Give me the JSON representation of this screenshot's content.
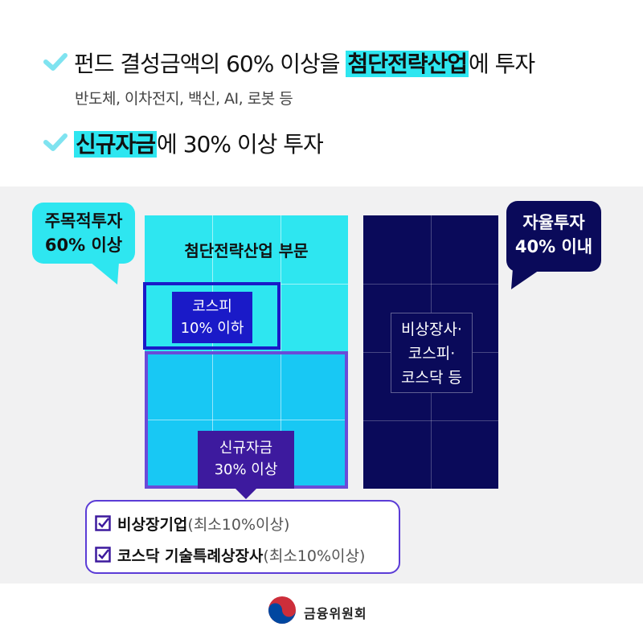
{
  "top": {
    "line1_prefix": "펀드 결성금액의 60% 이상을 ",
    "line1_highlight": "첨단전략산업",
    "line1_suffix": "에 투자",
    "line1_sub": "반도체, 이차전지, 백신, AI, 로봇 등",
    "line2_highlight": "신규자금",
    "line2_suffix": "에 30% 이상 투자"
  },
  "left_bubble": {
    "line1": "주목적투자",
    "line2": "60% 이상"
  },
  "right_bubble": {
    "line1": "자율투자",
    "line2": "40% 이내"
  },
  "left_block": {
    "title": "첨단전략산업 부문",
    "kospi_line1": "코스피",
    "kospi_line2": "10% 이하",
    "new_funds_line1": "신규자금",
    "new_funds_line2": "30% 이상"
  },
  "right_block": {
    "line1": "비상장사·",
    "line2": "코스피·",
    "line3": "코스닥 등"
  },
  "checklist": {
    "item1_main": "비상장기업",
    "item1_note": "(최소10%이상)",
    "item2_main": "코스닥 기술특례상장사",
    "item2_note": "(최소10%이상)"
  },
  "footer": {
    "org": "금융위원회"
  },
  "colors": {
    "cyan": "#2ee6f0",
    "cyan_mid": "#18c8f4",
    "navy": "#0a0a5a",
    "blue_box": "#1a1ac8",
    "purple": "#5b3cd6",
    "purple_dark": "#3d1a9e"
  }
}
